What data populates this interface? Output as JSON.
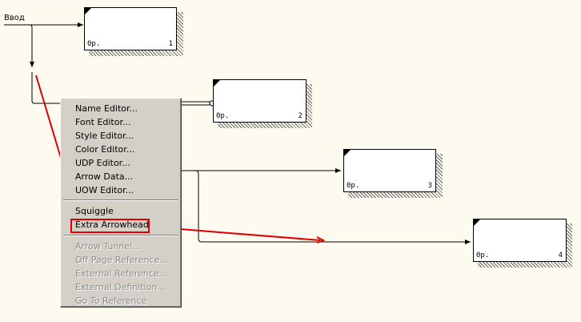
{
  "diagram": {
    "input_arrow_label": "Ввод",
    "boxes": [
      {
        "op": "0р.",
        "number": "1"
      },
      {
        "op": "0р.",
        "number": "2"
      },
      {
        "op": "0р.",
        "number": "3"
      },
      {
        "op": "0р.",
        "number": "4"
      }
    ]
  },
  "context_menu": {
    "group1": [
      {
        "label": "Name Editor..."
      },
      {
        "label": "Font Editor..."
      },
      {
        "label": "Style Editor..."
      },
      {
        "label": "Color Editor..."
      },
      {
        "label": "UDP Editor..."
      },
      {
        "label": "Arrow Data..."
      },
      {
        "label": "UOW Editor..."
      }
    ],
    "group2": [
      {
        "label": "Squiggle"
      },
      {
        "label": "Extra Arrowhead"
      }
    ],
    "group3_disabled": [
      {
        "label": "Arrow Tunnel..."
      },
      {
        "label": "Off Page Reference..."
      },
      {
        "label": "External Reference..."
      },
      {
        "label": "External Definition..."
      },
      {
        "label": "Go To Reference"
      }
    ]
  },
  "annotation_color": "#e00000"
}
